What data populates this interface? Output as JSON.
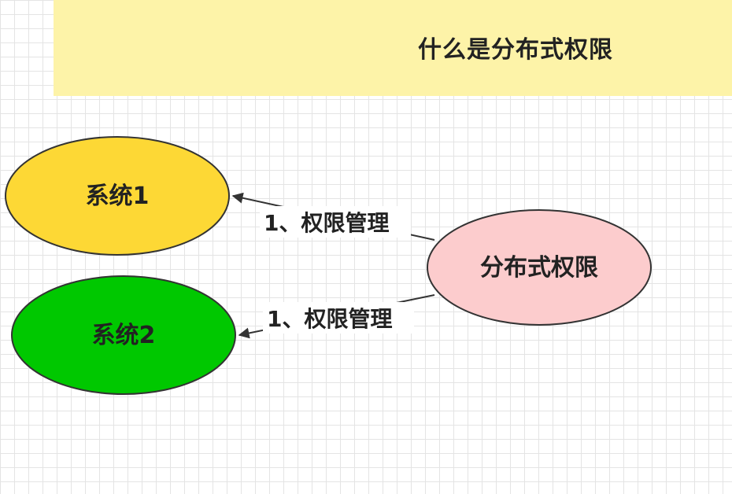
{
  "title": "什么是分布式权限",
  "nodes": {
    "system1": {
      "label": "系统1",
      "fill": "#fdd835"
    },
    "system2": {
      "label": "系统2",
      "fill": "#00c800"
    },
    "distributed": {
      "label": "分布式权限",
      "fill": "#fccccd"
    }
  },
  "edges": [
    {
      "label": "1、权限管理",
      "from": "distributed",
      "to": "system1"
    },
    {
      "label": "1、权限管理",
      "from": "distributed",
      "to": "system2"
    }
  ]
}
